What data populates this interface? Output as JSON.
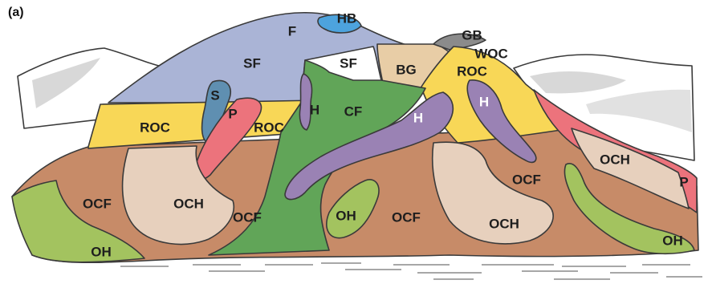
{
  "figure": {
    "panel_label": "(a)"
  },
  "colors": {
    "SF": "#aab4d6",
    "HB": "#4da3dd",
    "S": "#5f8fb1",
    "P": "#ec737c",
    "ROC": "#f8d757",
    "BG": "#e8cda6",
    "GB": "#8b8b8b",
    "CF": "#61a558",
    "H": "#9a82b4",
    "OCF": "#c78b68",
    "OCH": "#e7d0bd",
    "OH": "#a3c35f",
    "mountain": "#ffffff"
  },
  "labels": {
    "F": "F",
    "HB": "HB",
    "SF_left": "SF",
    "SF_right": "SF",
    "GB": "GB",
    "WOC": "WOC",
    "BG": "BG",
    "ROC_top": "ROC",
    "S": "S",
    "P_center": "P",
    "H_small": "H",
    "CF": "CF",
    "H_center": "H",
    "H_right": "H",
    "ROC_left": "ROC",
    "ROC_mid": "ROC",
    "OCH_right": "OCH",
    "P_right": "P",
    "OCF_right": "OCF",
    "OCF_left": "OCF",
    "OCH_left": "OCH",
    "OCF_mid": "OCF",
    "OH_small": "OH",
    "OCF_bottom": "OCF",
    "OCH_bottom": "OCH",
    "OH_left": "OH",
    "OH_right": "OH"
  }
}
